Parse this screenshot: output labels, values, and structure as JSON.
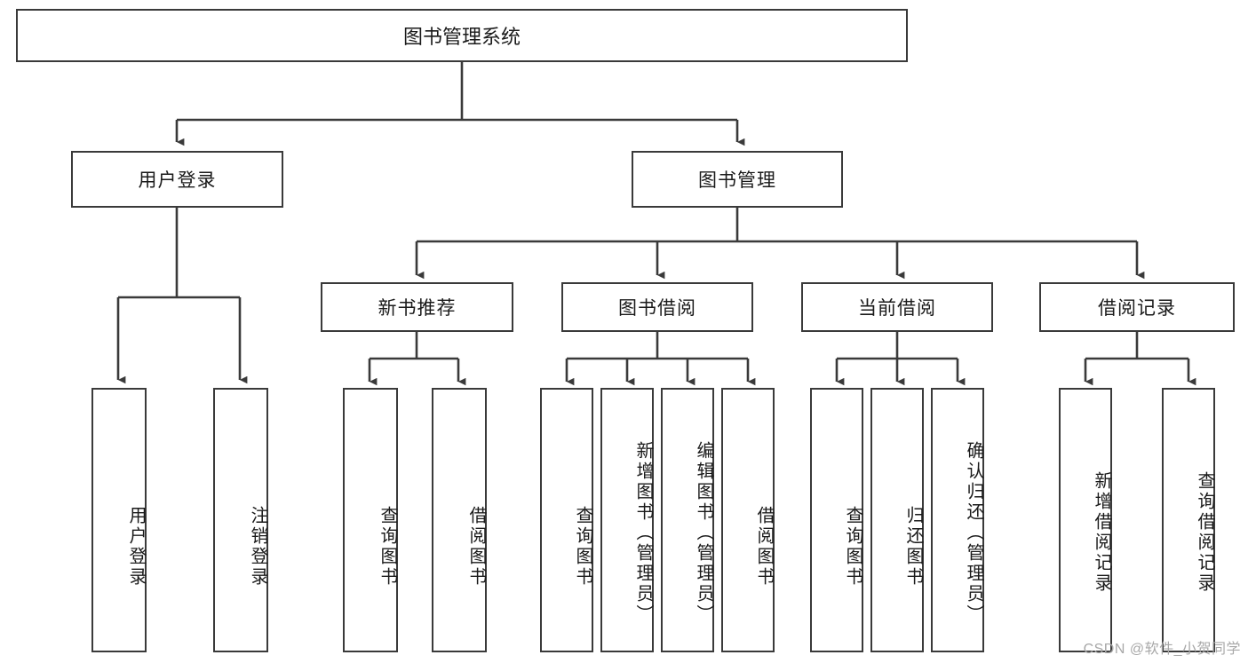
{
  "diagram": {
    "title": "图书管理系统",
    "type": "tree",
    "levels": 4,
    "root": {
      "label": "图书管理系统"
    },
    "level2": [
      {
        "label": "用户登录"
      },
      {
        "label": "图书管理"
      }
    ],
    "level3": [
      {
        "label": "新书推荐",
        "parent": "图书管理"
      },
      {
        "label": "图书借阅",
        "parent": "图书管理"
      },
      {
        "label": "当前借阅",
        "parent": "图书管理"
      },
      {
        "label": "借阅记录",
        "parent": "图书管理"
      }
    ],
    "leaves": [
      {
        "label": "用户登录",
        "parent": "用户登录"
      },
      {
        "label": "注销登录",
        "parent": "用户登录"
      },
      {
        "label": "查询图书",
        "parent": "新书推荐"
      },
      {
        "label": "借阅图书",
        "parent": "新书推荐"
      },
      {
        "label": "查询图书",
        "parent": "图书借阅"
      },
      {
        "label": "新增图书（管理员）",
        "parent": "图书借阅"
      },
      {
        "label": "编辑图书（管理员）",
        "parent": "图书借阅"
      },
      {
        "label": "借阅图书",
        "parent": "图书借阅"
      },
      {
        "label": "查询图书",
        "parent": "当前借阅"
      },
      {
        "label": "归还图书",
        "parent": "当前借阅"
      },
      {
        "label": "确认归还（管理员）",
        "parent": "当前借阅"
      },
      {
        "label": "新增借阅记录",
        "parent": "借阅记录"
      },
      {
        "label": "查询借阅记录",
        "parent": "借阅记录"
      }
    ],
    "watermark": "CSDN @软件_小贺同学",
    "colors": {
      "stroke": "#3a3a3a",
      "fill": "#ffffff",
      "text": "#1a1a1a",
      "watermark": "#a8a8a8"
    }
  }
}
